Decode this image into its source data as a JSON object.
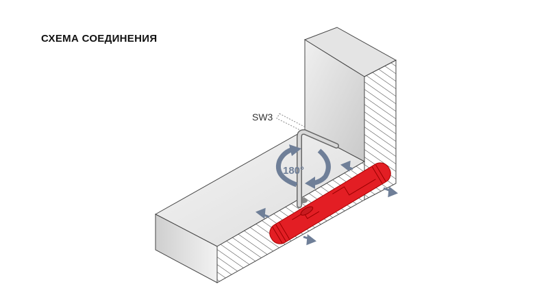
{
  "title": "СХЕМА СОЕДИНЕНИЯ",
  "diagram": {
    "tool_label": "SW3",
    "rotation_label": "180°",
    "colors": {
      "anchor": "#e31e24",
      "arrows": "#6f7f98",
      "surface": "#e6e6e6",
      "outline": "#444444"
    }
  }
}
